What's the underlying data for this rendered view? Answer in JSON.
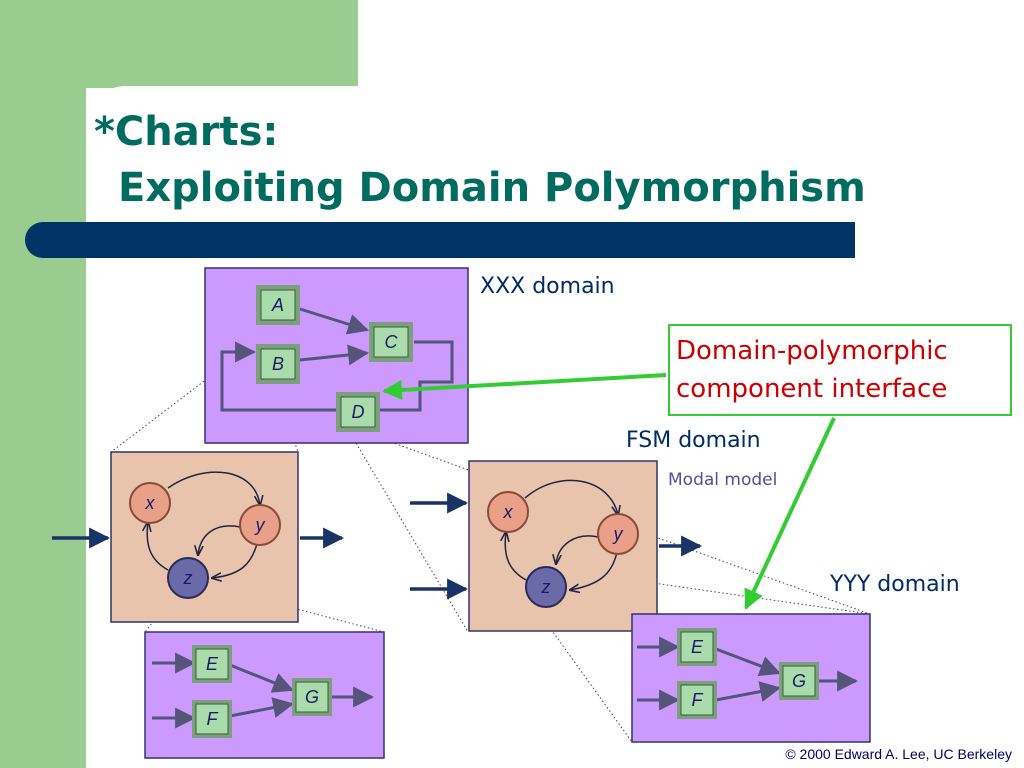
{
  "title": {
    "line1": "*Charts:",
    "line2": "Exploiting Domain Polymorphism"
  },
  "labels": {
    "xxx_domain": "XXX domain",
    "fsm_domain": "FSM domain",
    "modal_model": "Modal model",
    "yyy_domain": "YYY domain"
  },
  "callout": {
    "line1": "Domain-polymorphic",
    "line2": "component interface"
  },
  "blocks": {
    "xxx": [
      "A",
      "B",
      "C",
      "D"
    ],
    "yyy_left": [
      "E",
      "F",
      "G"
    ],
    "yyy_right": [
      "E",
      "F",
      "G"
    ]
  },
  "states": {
    "left": [
      "x",
      "y",
      "z"
    ],
    "right": [
      "x",
      "y",
      "z"
    ]
  },
  "footer": {
    "copyright": "© 2000 Edward A. Lee, UC Berkeley"
  },
  "colors": {
    "title": "#006b5f",
    "accent_green": "#99cc8f",
    "bar": "#003366",
    "purple_domain": "#cc99ff",
    "fsm_bg": "#e8c4ac",
    "callout_text": "#cc0000",
    "arrow_green": "#33cc33"
  }
}
